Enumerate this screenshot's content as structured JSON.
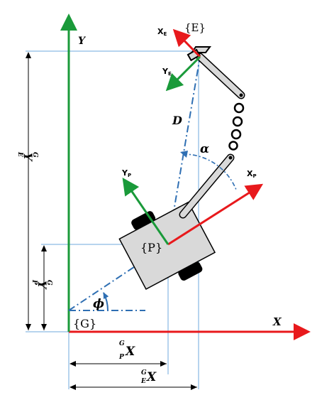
{
  "labels": {
    "axis_x": "X",
    "axis_y": "Y",
    "frame_global": "{G}",
    "frame_platform": "{P}",
    "frame_endeffector": "{E}",
    "xe_main": "X",
    "xe_sub": "E",
    "ye_main": "Y",
    "ye_sub": "E",
    "xp_main": "X",
    "xp_sub": "P",
    "yp_main": "Y",
    "yp_sub": "P",
    "distance": "D",
    "alpha": "α",
    "phi": "ϕ",
    "gpy_main": "Y",
    "gpy_sup": "G",
    "gpy_sub": "P",
    "gey_main": "Y",
    "gey_sup": "G",
    "gey_sub": "E",
    "gpx_main": "X",
    "gpx_sup": "G",
    "gpx_sub": "P",
    "gex_main": "X",
    "gex_sup": "G",
    "gex_sub": "E"
  },
  "colors": {
    "x_axis": "#e8191c",
    "y_axis": "#1a9a3a",
    "dashdot": "#2f6fb3",
    "guide": "#6fa8dc",
    "body_fill": "#d9d9d9",
    "outline": "#000000"
  }
}
